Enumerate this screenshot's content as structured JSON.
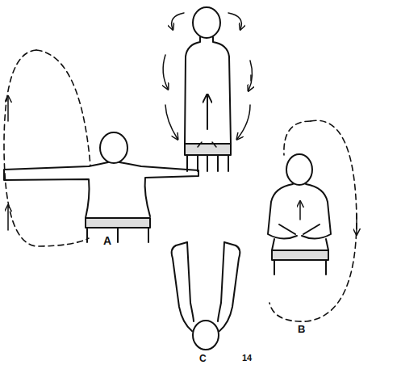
{
  "diagram": {
    "labels": [
      "A",
      "B",
      "C",
      "14"
    ]
  }
}
